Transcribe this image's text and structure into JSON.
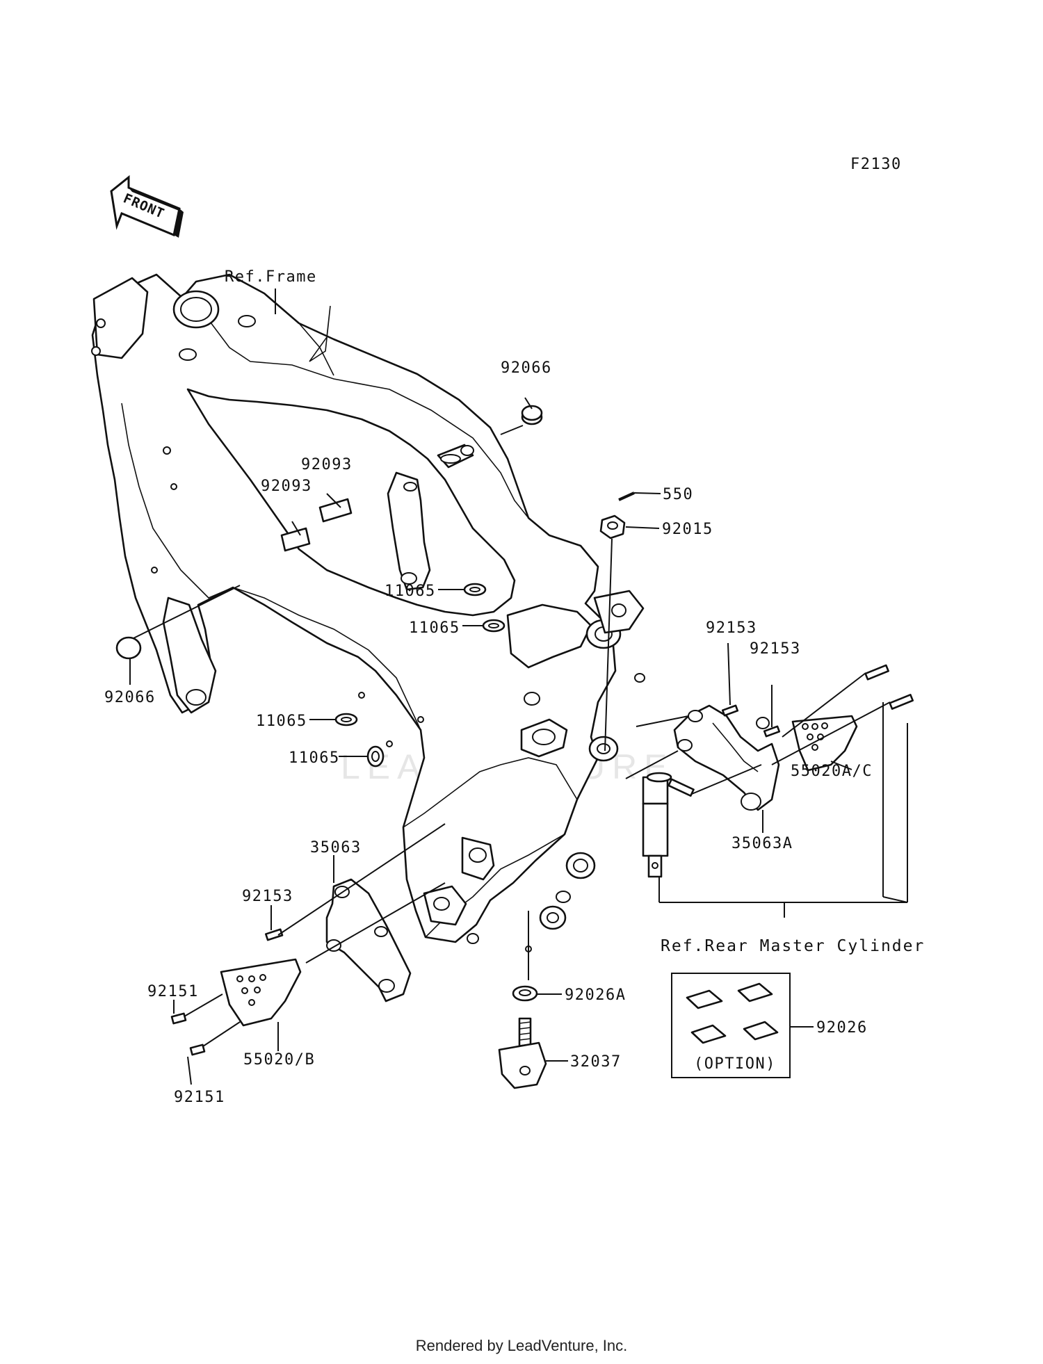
{
  "diagram_code": "F2130",
  "front_arrow_label": "FRONT",
  "watermark": "LEADVENTURE",
  "ref_frame": "Ref.Frame",
  "ref_rear_master": "Ref.Rear Master Cylinder",
  "option_label": "(OPTION)",
  "footer": "Rendered by LeadVenture, Inc.",
  "parts": {
    "p92066_top": "92066",
    "p550": "550",
    "p92015": "92015",
    "p92093_a": "92093",
    "p92093_b": "92093",
    "p11065_a": "11065",
    "p11065_b": "11065",
    "p11065_c": "11065",
    "p11065_d": "11065",
    "p92066_left": "92066",
    "p92153_a": "92153",
    "p92153_b": "92153",
    "p92153_c": "92153",
    "p55020ac": "55020A/C",
    "p35063a": "35063A",
    "p35063": "35063",
    "p92151_a": "92151",
    "p92151_b": "92151",
    "p55020b": "55020/B",
    "p92026a": "92026A",
    "p32037": "32037",
    "p92026": "92026"
  }
}
